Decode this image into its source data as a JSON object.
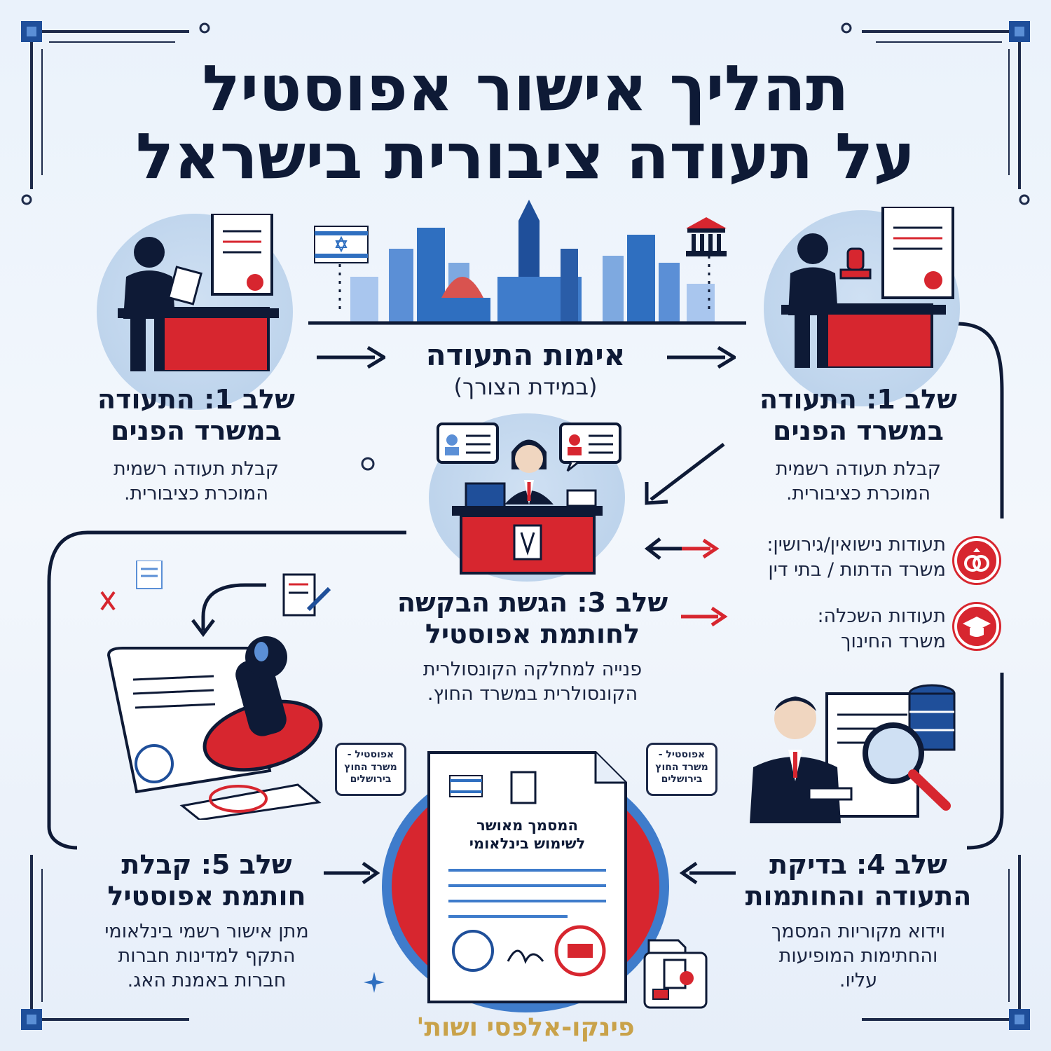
{
  "title": {
    "line1": "תהליך אישור אפוסטיל",
    "line2": "על תעודה ציבורית בישראל"
  },
  "center_top": {
    "title": "אימות התעודה",
    "subtitle": "(במידת הצורך)"
  },
  "step_left_1": {
    "title_line1": "שלב 1: התעודה",
    "title_line2": "במשרד הפנים",
    "desc_line1": "קבלת תעודה רשמית",
    "desc_line2": "המוכרת כציבורית."
  },
  "step_right_1": {
    "title_line1": "שלב 1: התעודה",
    "title_line2": "במשרד הפנים",
    "desc_line1": "קבלת תעודה רשמית",
    "desc_line2": "המוכרת כציבורית."
  },
  "step_3": {
    "title_line1": "שלב 3: הגשת הבקשה",
    "title_line2": "לחותמת אפוסטיל",
    "desc_line1": "פנייה למחלקה הקונסולרית",
    "desc_line2": "הקונסולרית במשרד החוץ."
  },
  "side_items": [
    {
      "line1": "תעודות נישואין/גירושין:",
      "line2": "משרד הדתות / בתי דין",
      "icon": "rings-icon"
    },
    {
      "line1": "תעודות השכלה:",
      "line2": "משרד החינוך",
      "icon": "graduation-cap-icon"
    }
  ],
  "step_4": {
    "title_line1": "שלב 4: בדיקת",
    "title_line2": "התעודה והחותמות",
    "desc_line1": "וידוא מקוריות המסמך",
    "desc_line2": "והחתימות המופיעות",
    "desc_line3": "עליו."
  },
  "step_5": {
    "title_line1": "שלב 5: קבלת",
    "title_line2": "חותמת אפוסטיל",
    "desc_line1": "מתן אישור רשמי בינלאומי",
    "desc_line2": "התקף למדינות חברות",
    "desc_line3": "חברות באמנת האג."
  },
  "center_doc": {
    "line1": "המסמך מאושר",
    "line2": "לשימוש בינלאומי"
  },
  "bubble_left": {
    "line1": "אפוסטיל -",
    "line2": "משרד החוץ",
    "line3": "בירושלים"
  },
  "bubble_right": {
    "line1": "אפוסטיל -",
    "line2": "משרד החוץ",
    "line3": "בירושלים"
  },
  "footer": "פינקו-אלפסי ושות'",
  "colors": {
    "navy": "#0e1a36",
    "red": "#d7262f",
    "blue": "#2f6fc0",
    "gold": "#c9a24a"
  }
}
